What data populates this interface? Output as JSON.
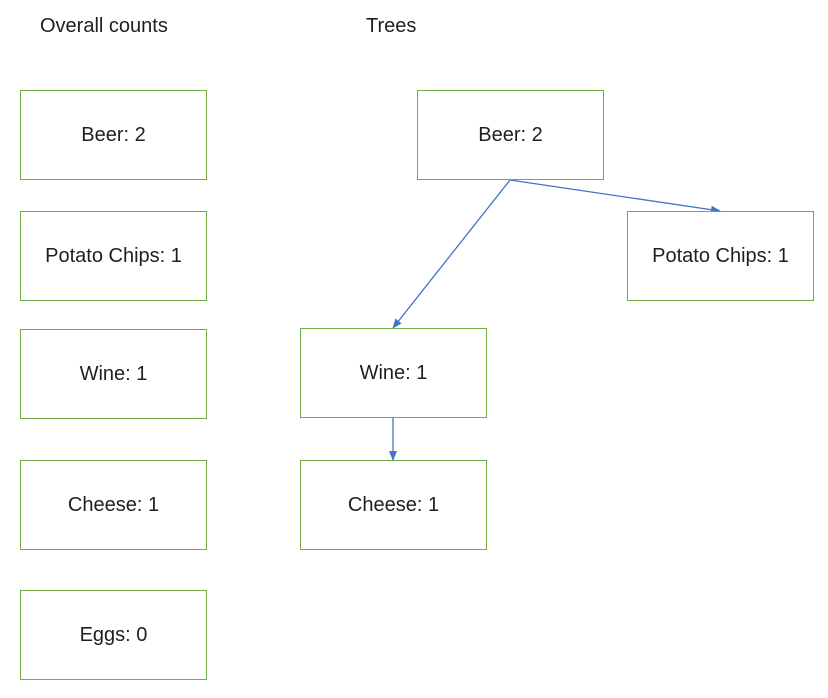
{
  "headings": {
    "overall": "Overall counts",
    "trees": "Trees"
  },
  "overall_counts": [
    {
      "label": "Beer: 2"
    },
    {
      "label": "Potato Chips: 1"
    },
    {
      "label": "Wine: 1"
    },
    {
      "label": "Cheese: 1"
    },
    {
      "label": "Eggs: 0"
    }
  ],
  "tree": {
    "nodes": {
      "beer": "Beer: 2",
      "potato_chips": "Potato Chips: 1",
      "wine": "Wine: 1",
      "cheese": "Cheese: 1"
    },
    "edges": [
      {
        "from": "beer",
        "to": "potato_chips"
      },
      {
        "from": "beer",
        "to": "wine"
      },
      {
        "from": "wine",
        "to": "cheese"
      }
    ]
  },
  "colors": {
    "box_border": "#70ad47",
    "arrow": "#4472c4",
    "text": "#1f1f1f"
  }
}
